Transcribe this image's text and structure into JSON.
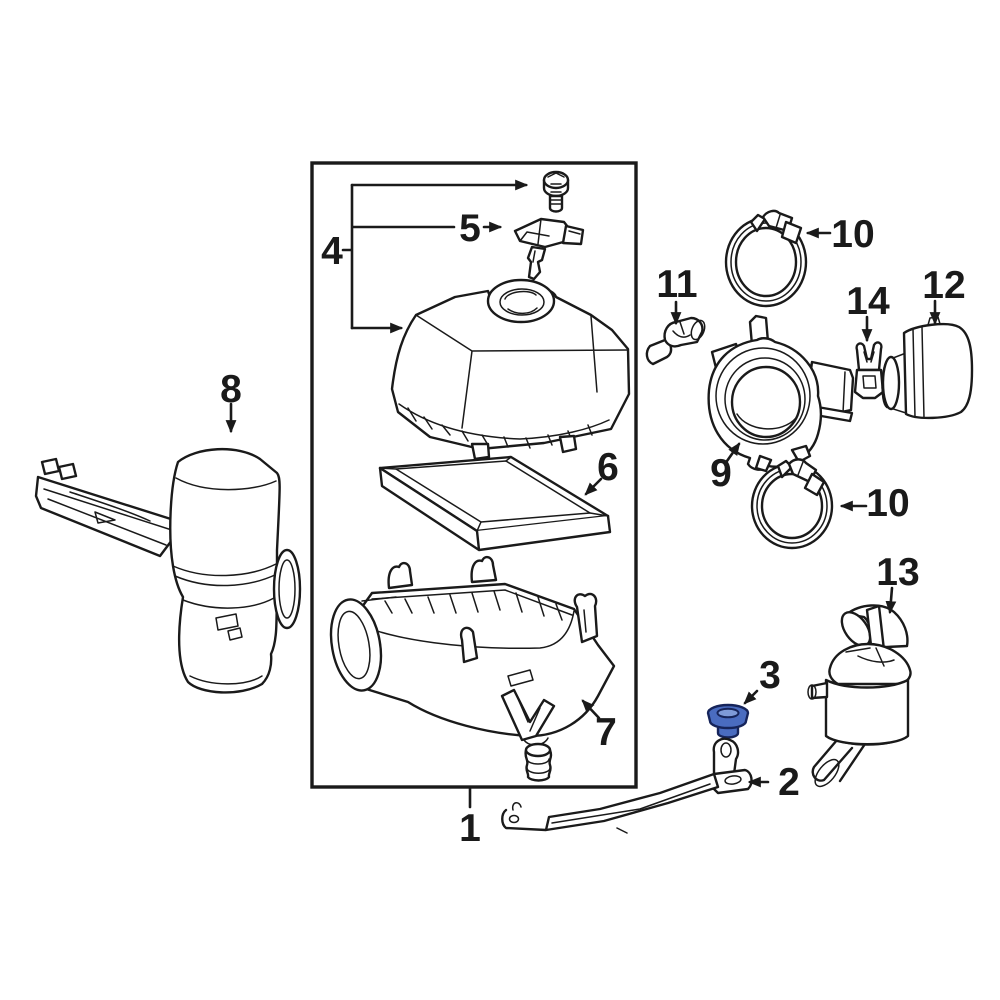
{
  "figure": {
    "type": "exploded-parts-diagram",
    "subject": "air-cleaner-and-intake-assembly",
    "background": "#ffffff",
    "line_color": "#1a1a1a",
    "highlight": {
      "callout": "3",
      "part": "grommet",
      "fill": "#4a6cc0",
      "hole_fill": "#7e9ad8",
      "stroke": "#16245a"
    },
    "callouts": [
      {
        "label": "1",
        "part": "air-cleaner-assembly-box"
      },
      {
        "label": "2",
        "part": "support-bracket"
      },
      {
        "label": "3",
        "part": "grommet"
      },
      {
        "label": "4",
        "part": "air-cleaner-cap-with-bolt"
      },
      {
        "label": "5",
        "part": "mass-air-flow-sensor"
      },
      {
        "label": "6",
        "part": "air-filter-element"
      },
      {
        "label": "7",
        "part": "air-cleaner-lower-case"
      },
      {
        "label": "8",
        "part": "air-inlet-duct"
      },
      {
        "label": "9",
        "part": "air-intake-hose"
      },
      {
        "label": "10",
        "part": "hose-clamp-upper"
      },
      {
        "label": "10",
        "part": "hose-clamp-lower"
      },
      {
        "label": "11",
        "part": "elbow-connector"
      },
      {
        "label": "12",
        "part": "air-inlet-adapter"
      },
      {
        "label": "13",
        "part": "resonator"
      },
      {
        "label": "14",
        "part": "sensor-clip"
      }
    ]
  }
}
